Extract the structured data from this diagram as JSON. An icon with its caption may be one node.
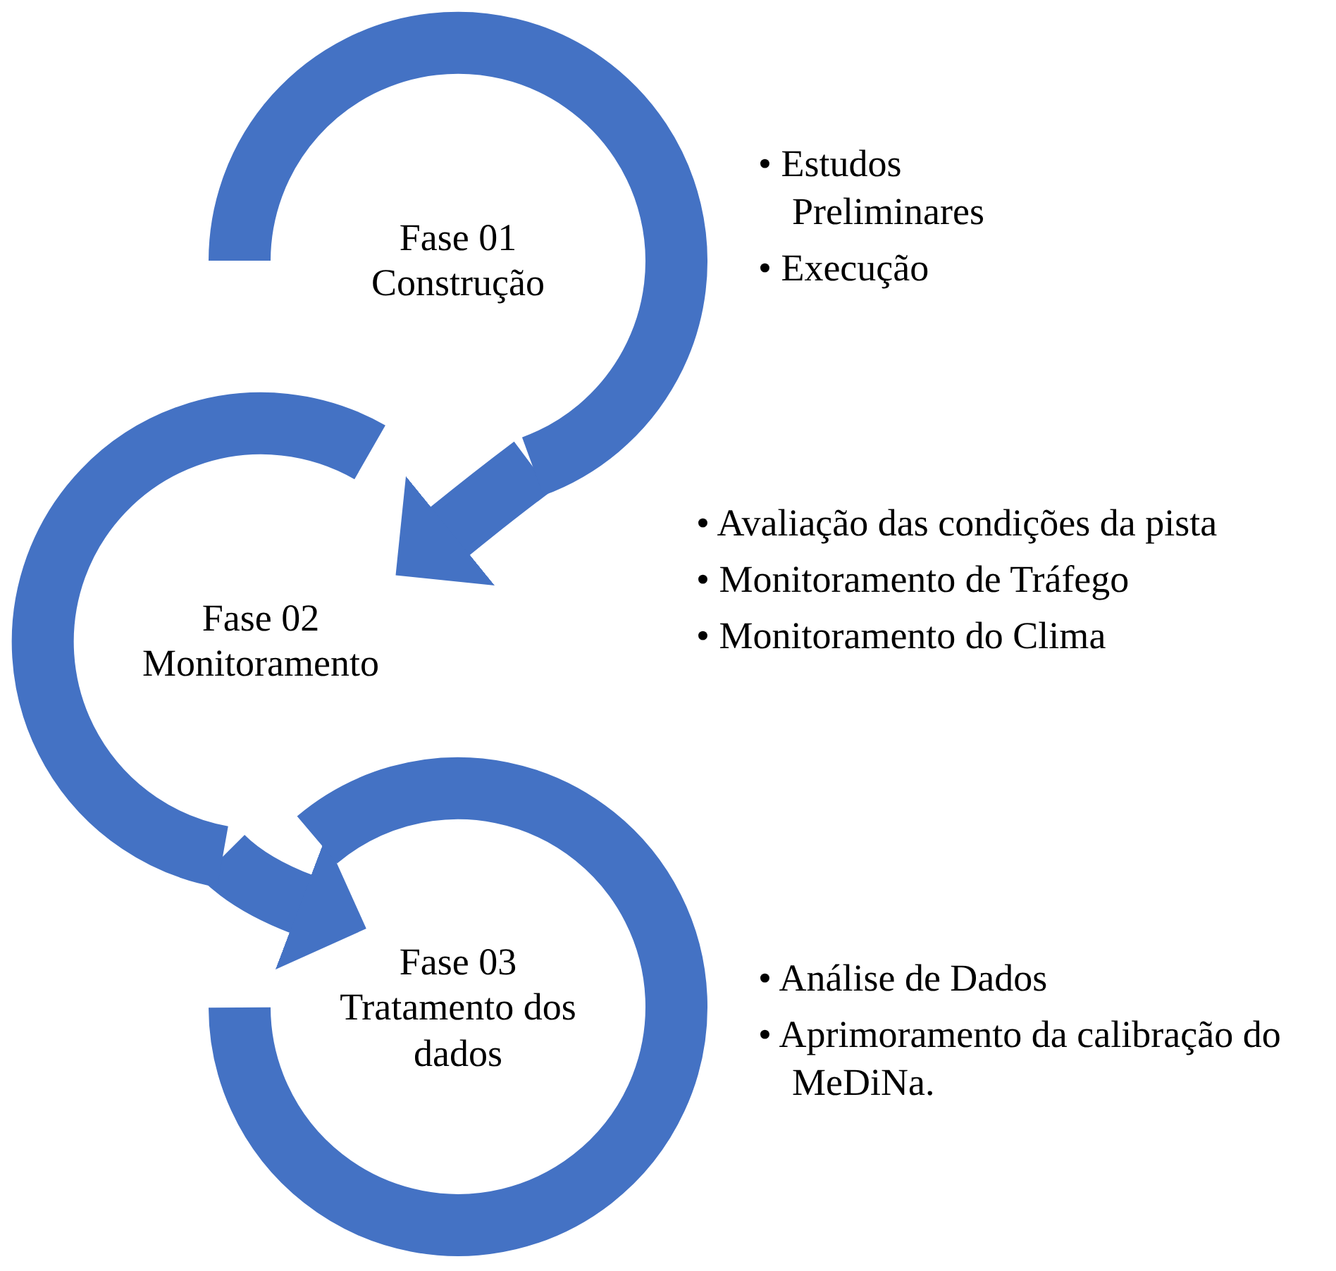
{
  "diagram": {
    "nodes": [
      {
        "text": [
          "Fase 01 Construção"
        ],
        "beside": [
          "• Estudos Preliminares",
          "• Execução"
        ]
      },
      {
        "text": [
          "Fase 02 Monitoramento"
        ],
        "beside": [
          "• Avaliação das condições da pista",
          "• Monitoramento de Tráfego",
          "• Monitoramento do Clima"
        ]
      },
      {
        "text": [
          "Fase 03 Tratamento dos dados"
        ],
        "beside": [
          "• Análise de Dados",
          "• Aprimoramento da calibração do MeDiNa."
        ]
      }
    ],
    "edges": [
      {
        "from": 0,
        "to": 1,
        "arrow": "to"
      },
      {
        "from": 1,
        "to": 2,
        "arrow": "to"
      }
    ]
  }
}
